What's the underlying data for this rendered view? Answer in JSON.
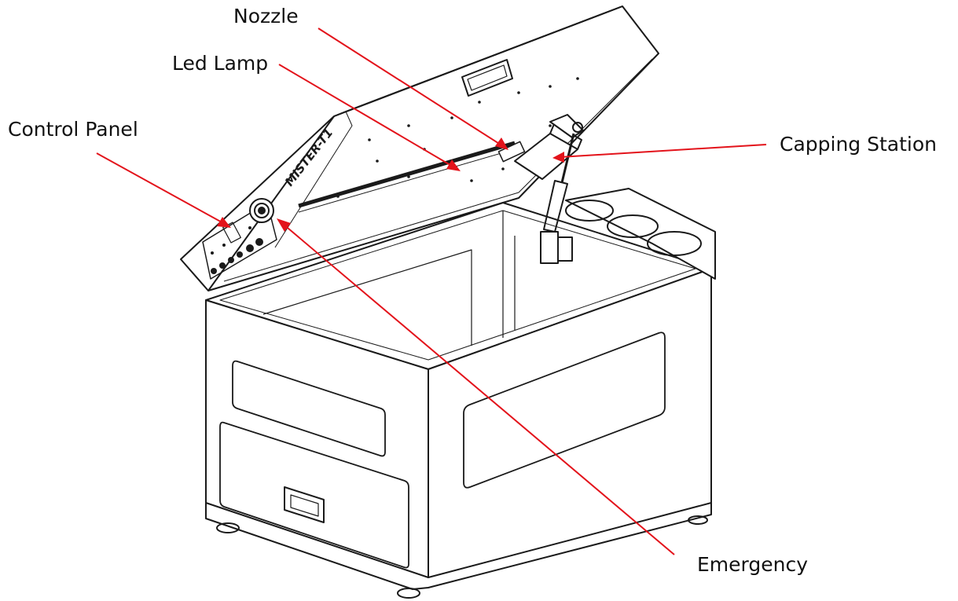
{
  "labels": {
    "nozzle": "Nozzle",
    "led_lamp": "Led Lamp",
    "control_panel": "Control Panel",
    "capping_station": "Capping Station",
    "emergency": "Emergency"
  },
  "product_marking": "MISTER-T1",
  "colors": {
    "leader_line": "#e3131b",
    "outline": "#1a1a1a"
  }
}
